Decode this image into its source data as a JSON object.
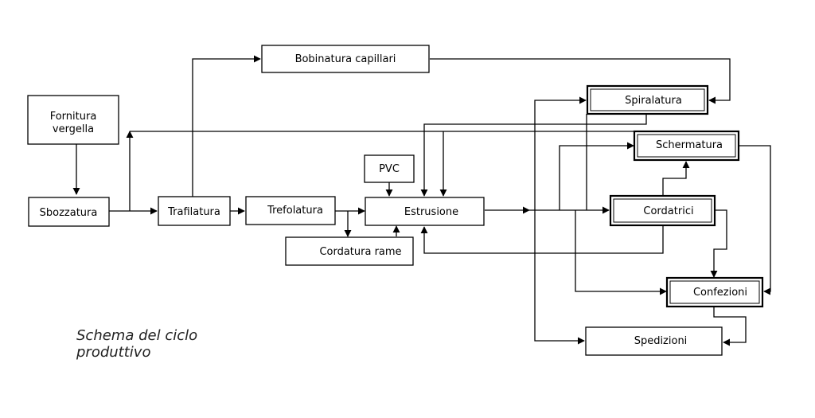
{
  "nodes": {
    "fornitura_vergella": [
      "Fornitura",
      "vergella"
    ],
    "sbozzatura": "Sbozzatura",
    "trafilatura": "Trafilatura",
    "bobinatura_capillari": "Bobinatura capillari",
    "trefolatura": "Trefolatura",
    "cordatura_rame": "Cordatura rame",
    "pvc": "PVC",
    "estrusione": "Estrusione",
    "spiralatura": "Spiralatura",
    "schermatura": "Schermatura",
    "cordatrici": "Cordatrici",
    "confezioni": "Confezioni",
    "spedizioni": "Spedizioni"
  },
  "caption": [
    "Schema del ciclo",
    "produttivo"
  ],
  "colors": {
    "line": "#000000",
    "box_fill": "#ffffff",
    "caption_text": "#222222"
  }
}
